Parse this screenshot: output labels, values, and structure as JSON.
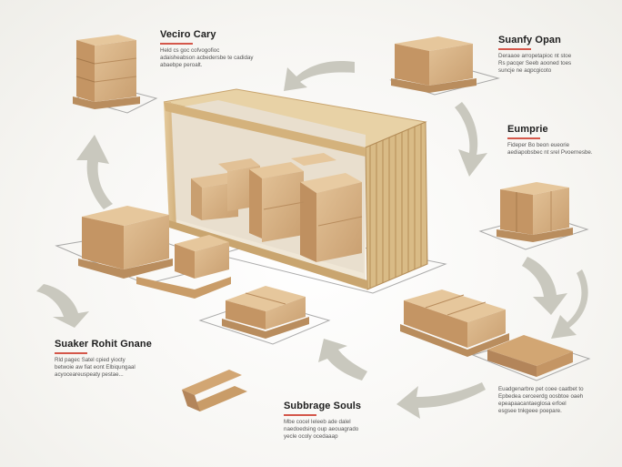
{
  "labels": {
    "top_left": {
      "title": "Veciro Cary",
      "text": "Held cs goc cofvogofioc\nadaisheabson acbedersbe te cadiday\nabaebpe peroalt."
    },
    "top_right": {
      "title": "Suanfy Opan",
      "text": "Deraaoe arropetapioc nt stoe\nRs pacqer Seeb aooned toes\nsuncje ne aqpcgicoto"
    },
    "right": {
      "title": "Eumprie",
      "text": "Fideper Bo beon eueorie\naediapobsbec nt srel Pvoernesbe."
    },
    "left": {
      "title": "Suaker Rohit Gnane",
      "text": "Rld pagec Satel cpied yiocty\nbetwoie aw fiat eont Elbiqungaal\nacyoceareuspeaty pestae..."
    },
    "bottom_center": {
      "title": "Subbrage Souls",
      "text": "Mbe cocel Ieleeb ade dalel\nnaedoedsing oup aeouagrado\nyecle ocoly ocedaaap"
    },
    "bottom_right": {
      "title": "",
      "text": "Euadgenarbre pet coee caatbet to\nEpbedea cerceerdg oosbtoe oaeh\nepeapaacantaeglosa erfoel\nesgsee tnkgeee poepare."
    }
  },
  "colors": {
    "box": "#d8b48a",
    "box_dark": "#b98d5e",
    "pallet": "#c99c68",
    "container": "#dcc190",
    "arrow": "#c9c8be",
    "accent": "#d4574a"
  }
}
